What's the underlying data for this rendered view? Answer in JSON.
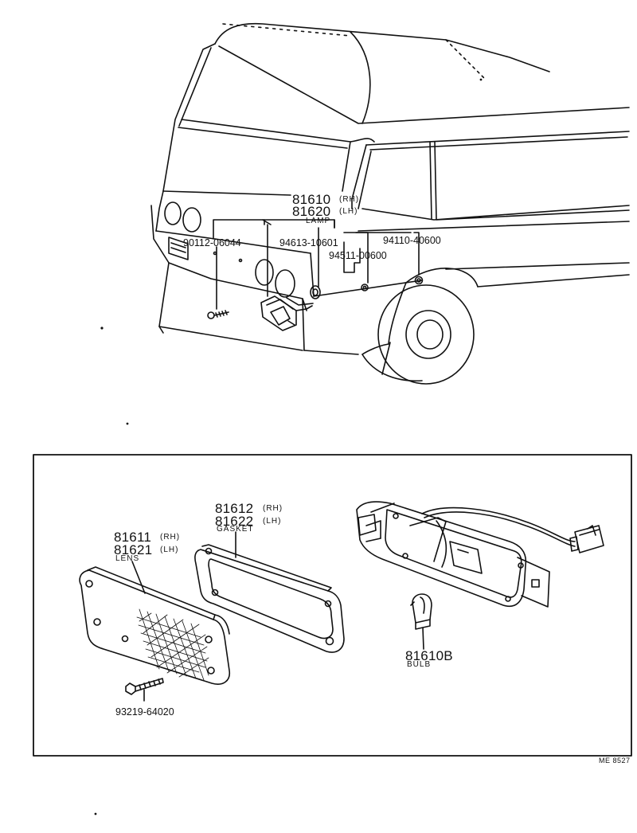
{
  "vehicle": {
    "lamp_rh_number": "81610",
    "lamp_rh_side": "(RH)",
    "lamp_lh_number": "81620",
    "lamp_lh_side": "(LH)",
    "lamp_caption": "LAMP",
    "screw_number": "90112-06044",
    "part_94613": "94613-10601",
    "part_94511": "94511-00600",
    "part_94110": "94110-40600"
  },
  "detail": {
    "lens_rh_number": "81611",
    "lens_rh_side": "(RH)",
    "lens_lh_number": "81621",
    "lens_lh_side": "(LH)",
    "lens_caption": "LENS",
    "gasket_rh_number": "81612",
    "gasket_rh_side": "(RH)",
    "gasket_lh_number": "81622",
    "gasket_lh_side": "(LH)",
    "gasket_caption": "GASKET",
    "bulb_number": "81610B",
    "bulb_caption": "BULB",
    "lens_screw_number": "93219-64020"
  },
  "footer": {
    "drawing_code": "ME 8527"
  }
}
